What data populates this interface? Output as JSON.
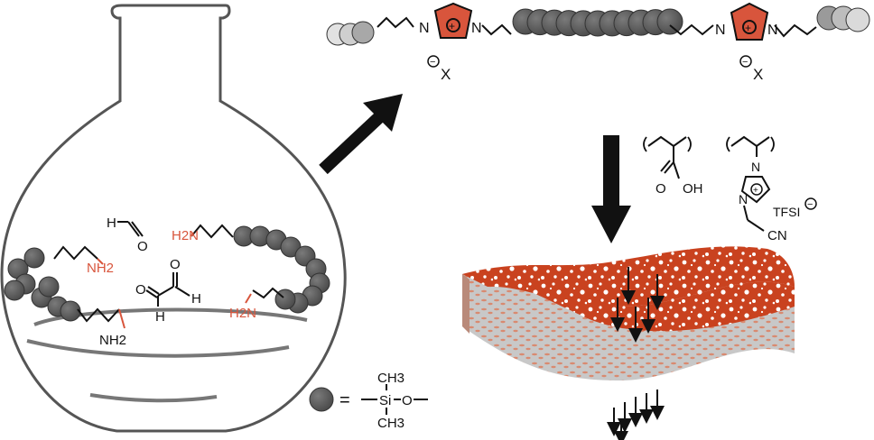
{
  "colors": {
    "bead": "#5a5a5a",
    "bead_fade": "#bdbdbd",
    "accent": "#d8553c",
    "ink": "#111111",
    "flask": "#555555",
    "membrane_top": "#c9421f",
    "membrane_side": "#cfa99a"
  },
  "flask": {
    "amine_1": "NH2",
    "amine_2": "NH2",
    "amine_3": "H2N",
    "amine_4": "H2N",
    "formaldehyde_h": "H",
    "glyoxal_h1": "H",
    "glyoxal_h2": "H",
    "o": "O"
  },
  "chain": {
    "n_left_1": "N",
    "n_left_2": "N",
    "n_right_1": "N",
    "n_right_2": "N",
    "plus": "+",
    "minus": "−",
    "counterion": "X"
  },
  "polymers": {
    "cooh_o": "O",
    "cooh_oh": "OH",
    "ring_n_top": "N",
    "ring_n_bottom": "N",
    "cyano": "CN",
    "anion": "TFSI"
  },
  "legend": {
    "equals": "=",
    "si": "Si",
    "o": "O",
    "ch3_top": "CH3",
    "ch3_bottom": "CH3"
  },
  "icons": [
    "arrow-up-right-icon",
    "arrow-down-icon",
    "membrane-icon",
    "imidazolium-ring-icon",
    "flask-icon"
  ]
}
